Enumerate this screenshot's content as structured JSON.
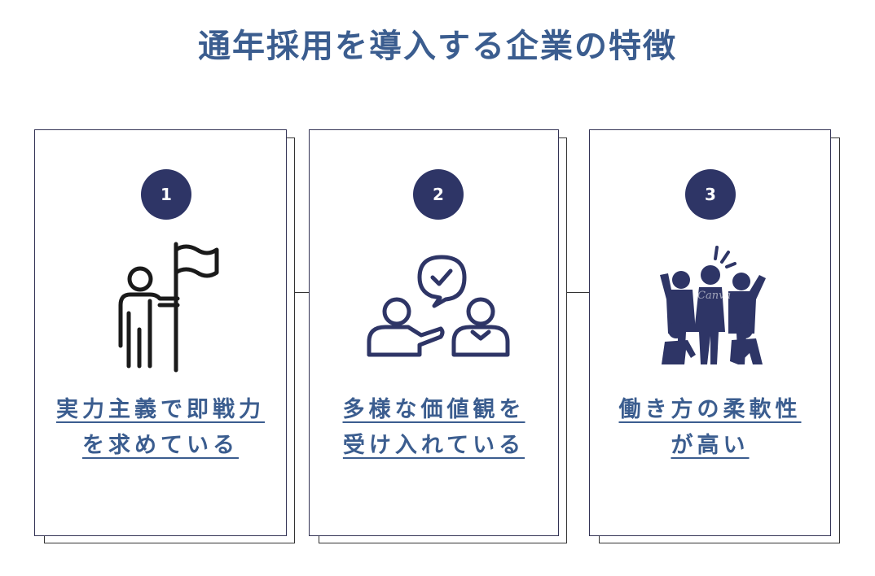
{
  "title": "通年採用を導入する企業の特徴",
  "cards": [
    {
      "number": "1",
      "icon": "flag-person-icon",
      "label_line1": "実力主義で即戦力",
      "label_line2": "を求めている"
    },
    {
      "number": "2",
      "icon": "discussion-check-icon",
      "label_line1": "多様な価値観を",
      "label_line2": "受け入れている"
    },
    {
      "number": "3",
      "icon": "celebrating-group-icon",
      "label_line1": "働き方の柔軟性",
      "label_line2": "が高い"
    }
  ],
  "watermark": "Canva",
  "colors": {
    "title": "#3b5d8f",
    "badge": "#2e3566",
    "icon_dark": "#2e3566",
    "label": "#3b5d8f"
  }
}
